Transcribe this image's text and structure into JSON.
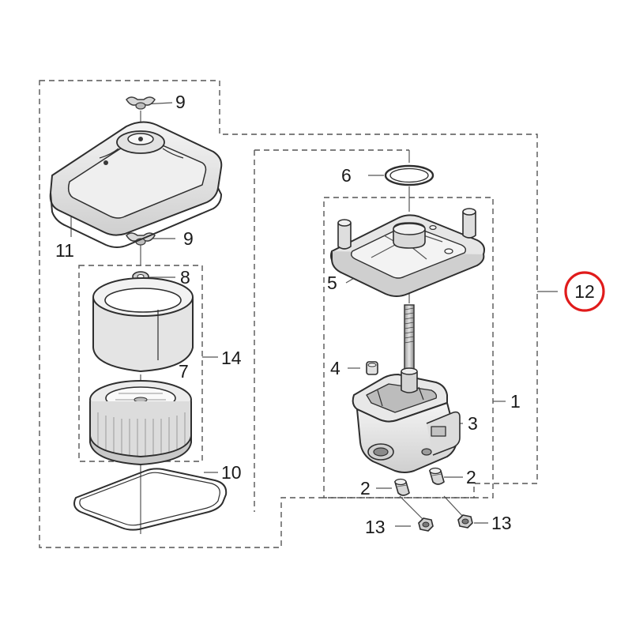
{
  "diagram": {
    "labels": {
      "p1": "1",
      "p2a": "2",
      "p2b": "2",
      "p3": "3",
      "p4": "4",
      "p5": "5",
      "p6": "6",
      "p7": "7",
      "p8": "8",
      "p9a": "9",
      "p9b": "9",
      "p10": "10",
      "p11": "11",
      "p12": "12",
      "p13a": "13",
      "p13b": "13",
      "p14": "14"
    },
    "highlight_color": "#e01b1b",
    "line_color": "#3a3a3a",
    "part_fill": "#e9e9e9",
    "part_shade": "#c8c8c8"
  }
}
